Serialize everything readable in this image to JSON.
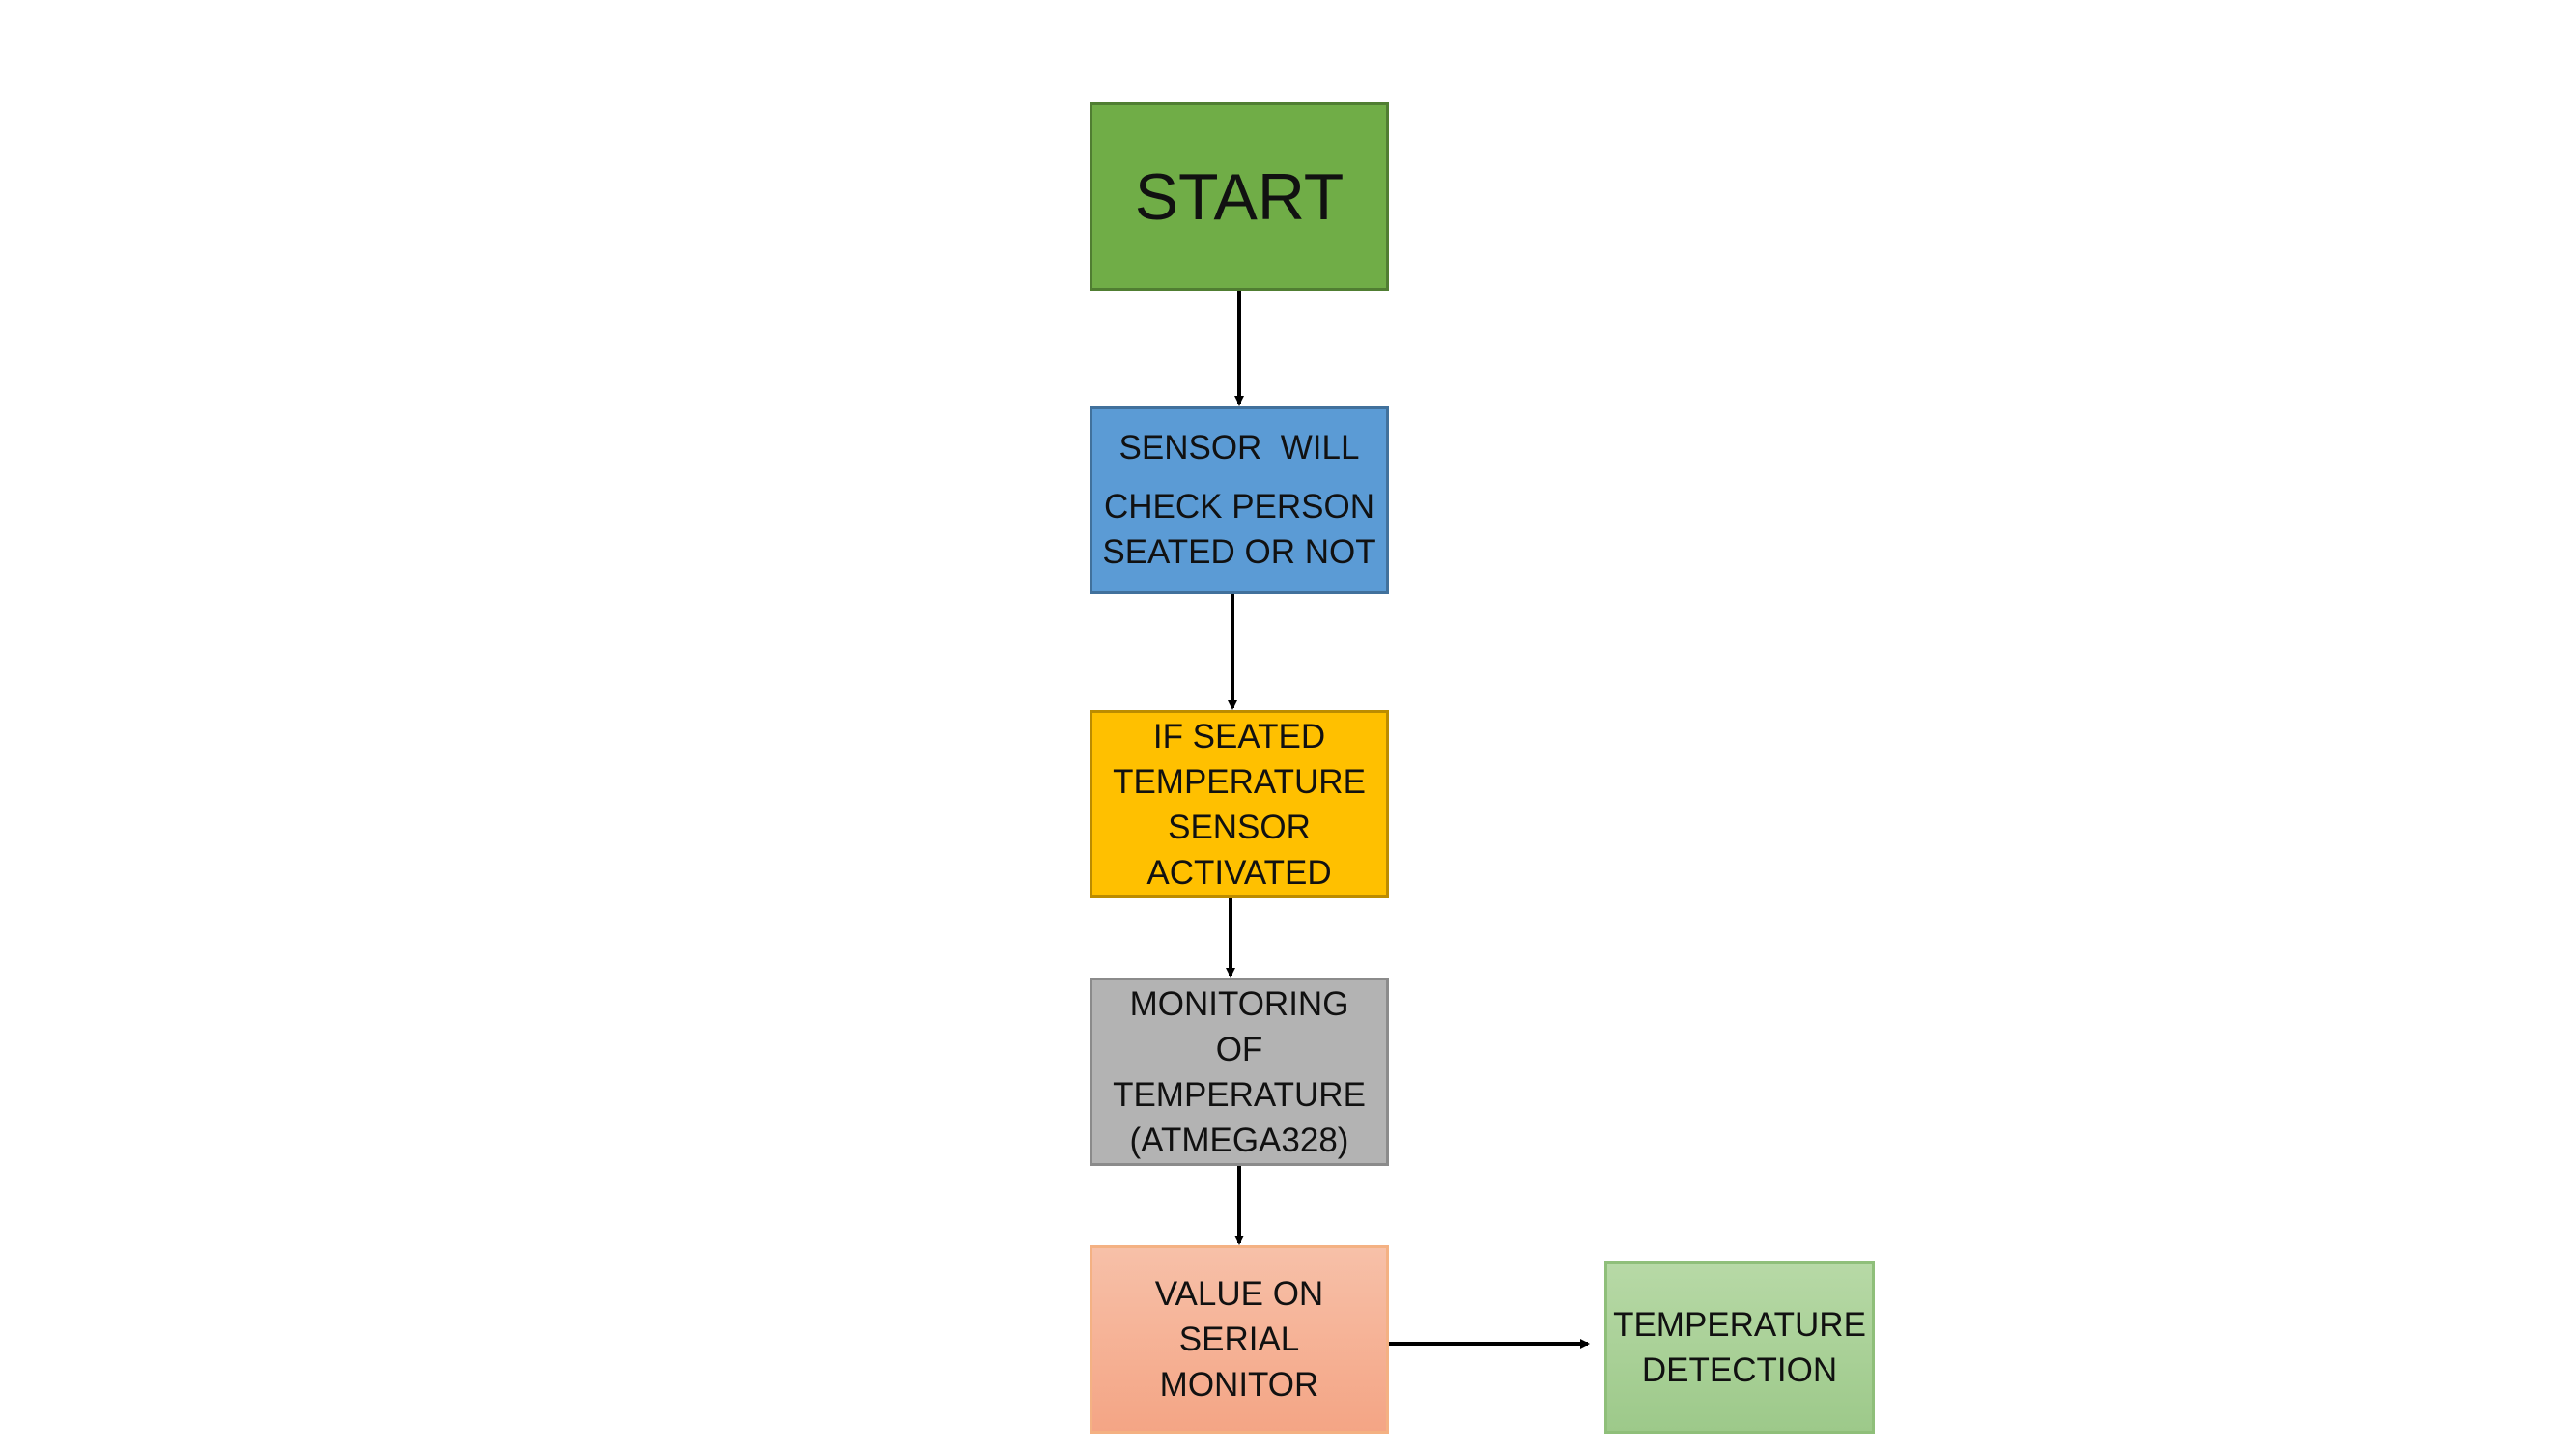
{
  "flowchart": {
    "nodes": [
      {
        "id": "start",
        "lines": [
          "START"
        ],
        "color": "#70ad47"
      },
      {
        "id": "sensor",
        "lines": [
          "SENSOR  WILL",
          "CHECK PERSON",
          "SEATED OR NOT"
        ],
        "color": "#5b9bd5"
      },
      {
        "id": "seated",
        "lines": [
          "IF SEATED",
          "TEMPERATURE",
          "SENSOR",
          "ACTIVATED"
        ],
        "color": "#ffc000"
      },
      {
        "id": "monitor",
        "lines": [
          "MONITORING",
          "OF",
          "TEMPERATURE",
          "(ATMEGA328)"
        ],
        "color": "#b3b3b3"
      },
      {
        "id": "value",
        "lines": [
          "VALUE ON",
          "SERIAL",
          "MONITOR"
        ],
        "color": "#f4b183"
      },
      {
        "id": "detect",
        "lines": [
          "TEMPERATURE",
          "DETECTION"
        ],
        "color": "#a9d18e"
      }
    ],
    "edges": [
      {
        "from": "start",
        "to": "sensor"
      },
      {
        "from": "sensor",
        "to": "seated"
      },
      {
        "from": "seated",
        "to": "monitor"
      },
      {
        "from": "monitor",
        "to": "value"
      },
      {
        "from": "value",
        "to": "detect"
      }
    ]
  }
}
